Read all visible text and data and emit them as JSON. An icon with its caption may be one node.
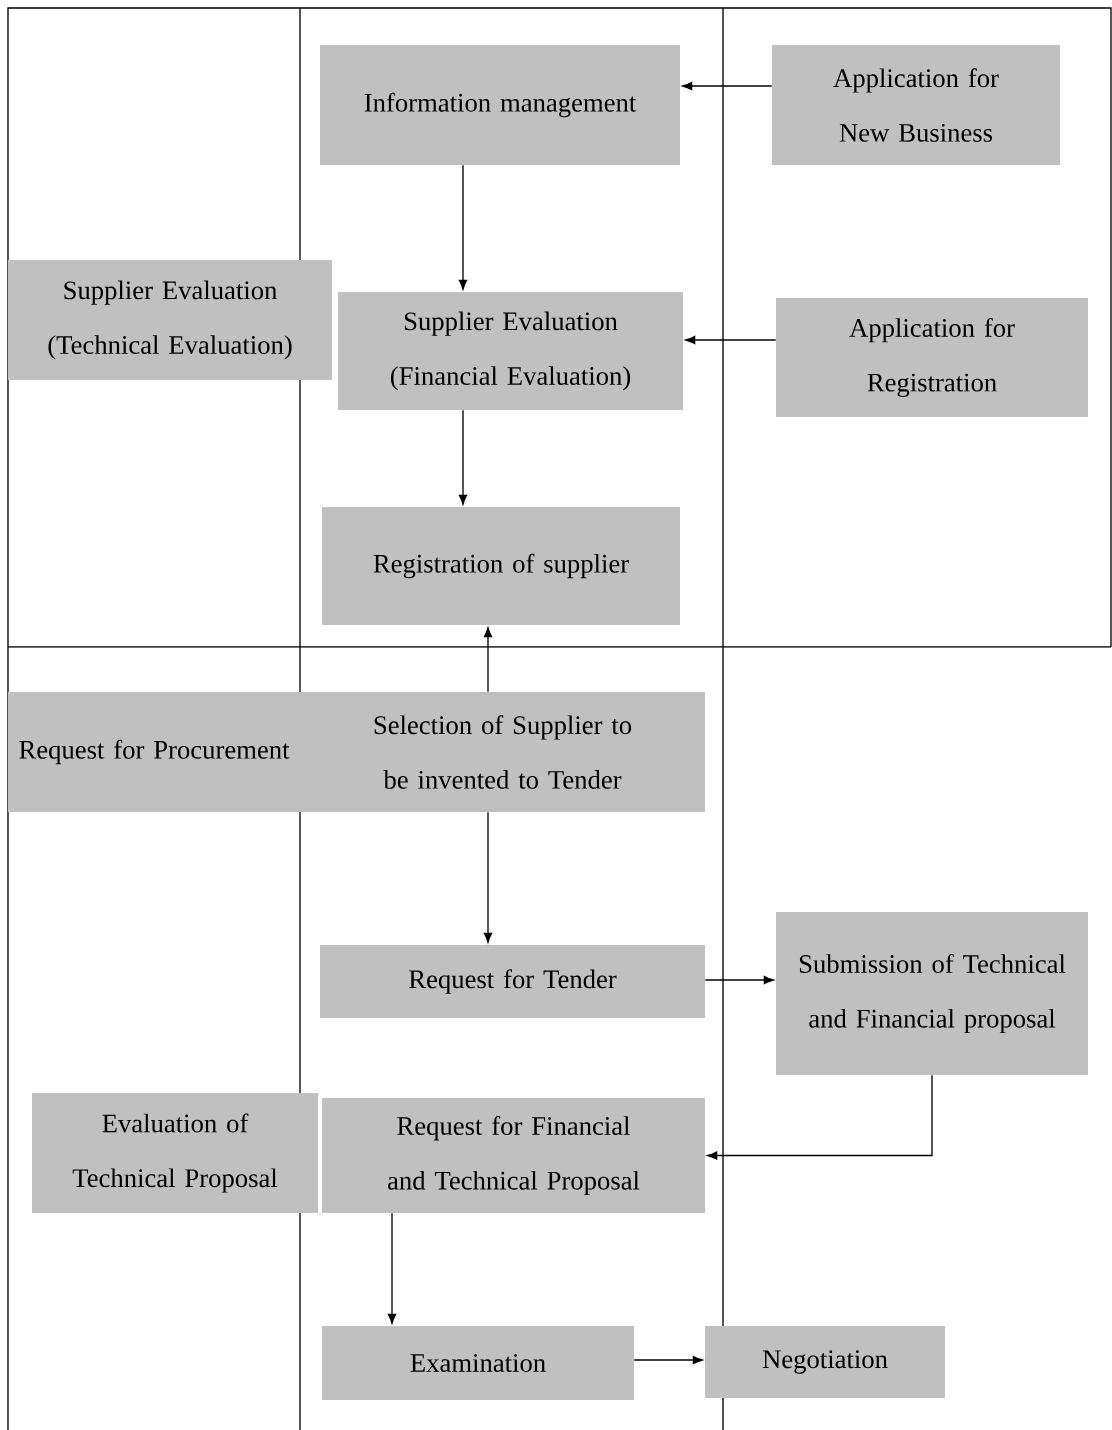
{
  "diagram": {
    "nodes": [
      {
        "text": [
          "Information management"
        ]
      },
      {
        "text": [
          "Application for New Business"
        ]
      },
      {
        "text": [
          "Supplier Evaluation (Technical Evaluation)"
        ]
      },
      {
        "text": [
          "Supplier Evaluation (Financial Evaluation)"
        ]
      },
      {
        "text": [
          "Application for Registration"
        ]
      },
      {
        "text": [
          "Registration of supplier"
        ]
      },
      {
        "text": [
          "Request for Procurement"
        ]
      },
      {
        "text": [
          "Selection of Supplier to be invented to Tender"
        ]
      },
      {
        "text": [
          "Request for Tender"
        ]
      },
      {
        "text": [
          "Submission of Technical and Financial proposal"
        ]
      },
      {
        "text": [
          "Evaluation of Technical Proposal"
        ]
      },
      {
        "text": [
          "Request for Financial and Technical Proposal"
        ]
      },
      {
        "text": [
          "Examination"
        ]
      },
      {
        "text": [
          "Negotiation"
        ]
      }
    ],
    "edges": [
      {
        "from": 1,
        "to": 0,
        "arrow": "to"
      },
      {
        "from": 0,
        "to": 3,
        "arrow": "to"
      },
      {
        "from": 4,
        "to": 3,
        "arrow": "to"
      },
      {
        "from": 3,
        "to": 5,
        "arrow": "to"
      },
      {
        "from": 7,
        "to": 5,
        "arrow": "to"
      },
      {
        "from": 7,
        "to": 8,
        "arrow": "to"
      },
      {
        "from": 8,
        "to": 9,
        "arrow": "to"
      },
      {
        "from": 9,
        "to": 11,
        "arrow": "to"
      },
      {
        "from": 11,
        "to": 12,
        "arrow": "to"
      },
      {
        "from": 12,
        "to": 13,
        "arrow": "to"
      }
    ]
  }
}
